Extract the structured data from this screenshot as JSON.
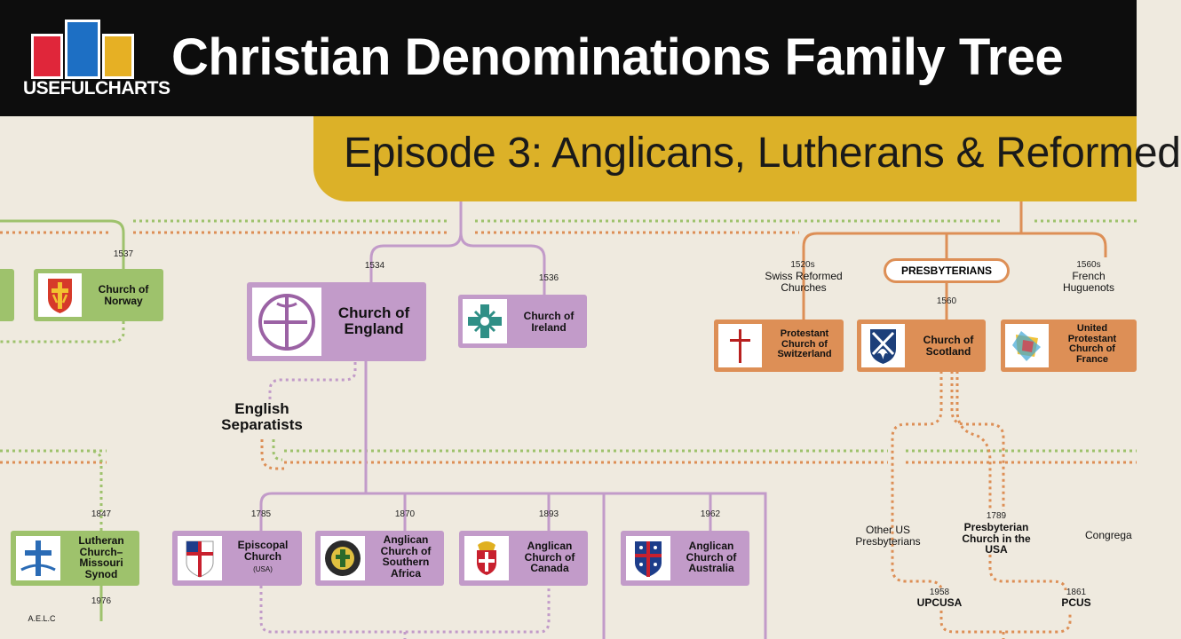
{
  "header": {
    "logo_text": "USEFULCHARTS",
    "title": "Christian Denominations Family Tree",
    "episode": "Episode 3: Anglicans, Lutherans & Reformed"
  },
  "colors": {
    "anglican": "#c29bc9",
    "lutheran": "#9ec26c",
    "reformed": "#dd8f56",
    "banner": "#dcb128",
    "background": "#efeadf"
  },
  "nodes": {
    "norway": {
      "year": "1537",
      "name": "Church of Norway",
      "icon": "norway-cross-shield-icon"
    },
    "england": {
      "year": "1534",
      "name": "Church of England",
      "icon": "canterbury-cross-icon"
    },
    "ireland": {
      "year": "1536",
      "name": "Church of Ireland",
      "icon": "celtic-cross-icon"
    },
    "separatists": {
      "name": "English Separatists"
    },
    "swiss_reformed": {
      "year": "1520s",
      "label": "Swiss Reformed Churches"
    },
    "presbyterians": {
      "label": "PRESBYTERIANS",
      "year": "1560"
    },
    "huguenots": {
      "year": "1560s",
      "label": "French Huguenots"
    },
    "switzerland": {
      "name": "Protestant Church of Switzerland",
      "icon": "red-cross-icon"
    },
    "scotland": {
      "name": "Church of Scotland",
      "icon": "burning-bush-icon"
    },
    "france": {
      "name": "United Protestant Church of France",
      "icon": "huguenot-emblem-icon"
    },
    "missouri": {
      "year": "1847",
      "name": "Lutheran Church–Missouri Synod",
      "icon": "lcms-cross-icon",
      "year2": "1976",
      "sub": "A.E.L.C"
    },
    "episcopal": {
      "year": "1785",
      "name": "Episcopal Church",
      "sub": "(USA)",
      "icon": "episcopal-shield-icon"
    },
    "southern_africa": {
      "year": "1870",
      "name": "Anglican Church of Southern Africa",
      "icon": "southern-africa-seal-icon"
    },
    "canada": {
      "year": "1893",
      "name": "Anglican Church of Canada",
      "icon": "canada-crest-icon"
    },
    "australia": {
      "year": "1962",
      "name": "Anglican Church of Australia",
      "icon": "australia-shield-icon"
    },
    "other_us": {
      "label": "Other US Presbyterians"
    },
    "pcusa": {
      "year": "1789",
      "label": "Presbyterian Church in the USA"
    },
    "congregational": {
      "label": "Congrega"
    },
    "upcusa": {
      "year": "1958",
      "label": "UPCUSA"
    },
    "pcus": {
      "year": "1861",
      "label": "PCUS"
    }
  }
}
